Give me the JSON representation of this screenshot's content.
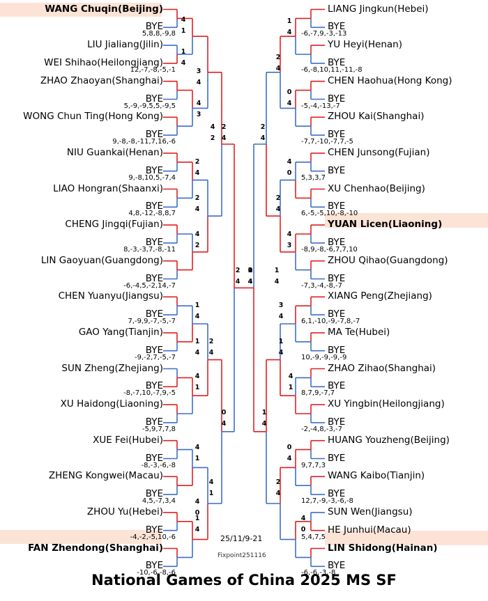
{
  "title": "National Games of China 2025 MS SF",
  "date": "25/11/9-21",
  "credit": "Fixpoint251116",
  "colors": {
    "win": "#e02020",
    "lose": "#3c6ec8",
    "highlight": "#fbe3d6"
  },
  "left_players": [
    "WANG Chuqin(Beijing)",
    "BYE",
    "LIU Jialiang(Jilin)",
    "WEI Shihao(Heilongjiang)",
    "ZHAO Zhaoyan(Shanghai)",
    "BYE",
    "WONG Chun Ting(Hong Kong)",
    "BYE",
    "NIU Guankai(Henan)",
    "BYE",
    "LIAO Hongran(Shaanxi)",
    "BYE",
    "CHENG Jingqi(Fujian)",
    "BYE",
    "LIN Gaoyuan(Guangdong)",
    "BYE",
    "CHEN Yuanyu(Jiangsu)",
    "BYE",
    "GAO Yang(Tianjin)",
    "BYE",
    "SUN Zheng(Zhejiang)",
    "BYE",
    "XU Haidong(Liaoning)",
    "BYE",
    "XUE Fei(Hubei)",
    "BYE",
    "ZHENG Kongwei(Macau)",
    "BYE",
    "ZHOU Yu(Hebei)",
    "BYE",
    "FAN Zhendong(Shanghai)",
    "BYE"
  ],
  "right_players": [
    "LIANG Jingkun(Hebei)",
    "BYE",
    "YU Heyi(Henan)",
    "BYE",
    "CHEN Haohua(Hong Kong)",
    "BYE",
    "ZHOU Kai(Shanghai)",
    "BYE",
    "CHEN Junsong(Fujian)",
    "BYE",
    "XU Chenhao(Beijing)",
    "BYE",
    "YUAN Licen(Liaoning)",
    "BYE",
    "ZHOU Qihao(Guangdong)",
    "BYE",
    "XIANG Peng(Zhejiang)",
    "BYE",
    "MA Te(Hubei)",
    "BYE",
    "ZHAO Zihao(Shanghai)",
    "BYE",
    "XU Yingbin(Heilongjiang)",
    "BYE",
    "HUANG Youzheng(Beijing)",
    "BYE",
    "WANG Kaibo(Tianjin)",
    "BYE",
    "SUN Wen(Jiangsu)",
    "HE Junhui(Macau)",
    "LIN Shidong(Hainan)",
    "BYE"
  ],
  "highlighted_players": [
    "WANG Chuqin(Beijing)",
    "FAN Zhendong(Shanghai)",
    "YUAN Licen(Liaoning)",
    "LIN Shidong(Hainan)"
  ],
  "score_lines": [
    {
      "side": "L",
      "text": "5,8,8,-9,8"
    },
    {
      "side": "L",
      "text": "12,-7,-8,-5,-1"
    },
    {
      "side": "L",
      "text": "5,-9,-9,5,5,-9,5"
    },
    {
      "side": "L",
      "text": "9,-8,-8,-11,7,16,-6"
    },
    {
      "side": "L",
      "text": "9,-8,10,5,-7,4"
    },
    {
      "side": "L",
      "text": "4,8,-12,-8,8,7"
    },
    {
      "side": "L",
      "text": "8,-3,-3,7,-8,-11"
    },
    {
      "side": "L",
      "text": "-6,-4,5,-2,14,-7"
    },
    {
      "side": "L",
      "text": "7,-9,9,-7,-5,-7"
    },
    {
      "side": "L",
      "text": "-9,-2,7,-5,-7"
    },
    {
      "side": "L",
      "text": "-8,-7,10,-7,9,-5"
    },
    {
      "side": "L",
      "text": "-5,9,7,7,8"
    },
    {
      "side": "L",
      "text": "-8,-3,-6,-8"
    },
    {
      "side": "L",
      "text": "4,5,-7,3,4"
    },
    {
      "side": "L",
      "text": "-4,-2,-5,10,-6"
    },
    {
      "side": "L",
      "text": "-10,-6,-8,-6"
    },
    {
      "side": "R",
      "text": "-6,-7,9,-3,-13"
    },
    {
      "side": "R",
      "text": "-6,-8,10,11,-11,-8"
    },
    {
      "side": "R",
      "text": "-5,-4,-13,-7"
    },
    {
      "side": "R",
      "text": "-7,7,-10,-7,7,-5"
    },
    {
      "side": "R",
      "text": "5,3,3,7"
    },
    {
      "side": "R",
      "text": "6,-5,-5,10,-8,-10"
    },
    {
      "side": "R",
      "text": "-8,9,-8,-6,7,7,10"
    },
    {
      "side": "R",
      "text": "-7,3,-4,-8,-7"
    },
    {
      "side": "R",
      "text": "6,1,-10,-9,-7,8,-7"
    },
    {
      "side": "R",
      "text": "10,-9,-9,-9,-9"
    },
    {
      "side": "R",
      "text": "8,7,9,-7,7"
    },
    {
      "side": "R",
      "text": "-2,-4,8,-3,-7"
    },
    {
      "side": "R",
      "text": "9,7,7,3"
    },
    {
      "side": "R",
      "text": "12,7,-9,-3,-6,-8"
    },
    {
      "side": "R",
      "text": "5,4,7,5"
    },
    {
      "side": "R",
      "text": "-6,-6,-3,-8"
    }
  ],
  "match_scores": [
    {
      "side": "L",
      "a": "4",
      "b": "1"
    },
    {
      "side": "L",
      "a": "1",
      "b": "4"
    },
    {
      "side": "L",
      "a": "3",
      "b": "4"
    },
    {
      "side": "L",
      "a": "4",
      "b": "3"
    },
    {
      "side": "L",
      "a": "4",
      "b": "2"
    },
    {
      "side": "L",
      "a": "2",
      "b": "4"
    },
    {
      "side": "L",
      "a": "2",
      "b": "4"
    },
    {
      "side": "L",
      "a": "4",
      "b": "2"
    },
    {
      "side": "L",
      "a": "2",
      "b": "4"
    },
    {
      "side": "L",
      "a": "1",
      "b": "4"
    },
    {
      "side": "L",
      "a": "1",
      "b": "4"
    },
    {
      "side": "L",
      "a": "2",
      "b": "4"
    },
    {
      "side": "L",
      "a": "4",
      "b": "1"
    },
    {
      "side": "L",
      "a": "4",
      "b": "1"
    },
    {
      "side": "L",
      "a": "0",
      "b": "4"
    },
    {
      "side": "L",
      "a": "4",
      "b": "1"
    },
    {
      "side": "L",
      "a": "1",
      "b": "4"
    },
    {
      "side": "L",
      "a": "4",
      "b": "0"
    },
    {
      "side": "L",
      "a": "2",
      "b": "4"
    },
    {
      "side": "R",
      "a": "1",
      "b": "4"
    },
    {
      "side": "R",
      "a": "2",
      "b": "4"
    },
    {
      "side": "R",
      "a": "0",
      "b": "4"
    },
    {
      "side": "R",
      "a": "2",
      "b": "4"
    },
    {
      "side": "R",
      "a": "4",
      "b": "0"
    },
    {
      "side": "R",
      "a": "2",
      "b": "4"
    },
    {
      "side": "R",
      "a": "4",
      "b": "3"
    },
    {
      "side": "R",
      "a": "1",
      "b": "4"
    },
    {
      "side": "R",
      "a": "3",
      "b": "4"
    },
    {
      "side": "R",
      "a": "1",
      "b": "4"
    },
    {
      "side": "R",
      "a": "4",
      "b": "1"
    },
    {
      "side": "R",
      "a": "1",
      "b": "4"
    },
    {
      "side": "R",
      "a": "0",
      "b": "4"
    },
    {
      "side": "R",
      "a": "2",
      "b": "4"
    },
    {
      "side": "R",
      "a": "4",
      "b": "0"
    },
    {
      "side": "R",
      "a": "0",
      "b": "4"
    },
    {
      "side": "F",
      "a": "1",
      "b": "4"
    },
    {
      "side": "F",
      "a": "2",
      "b": "4"
    }
  ]
}
